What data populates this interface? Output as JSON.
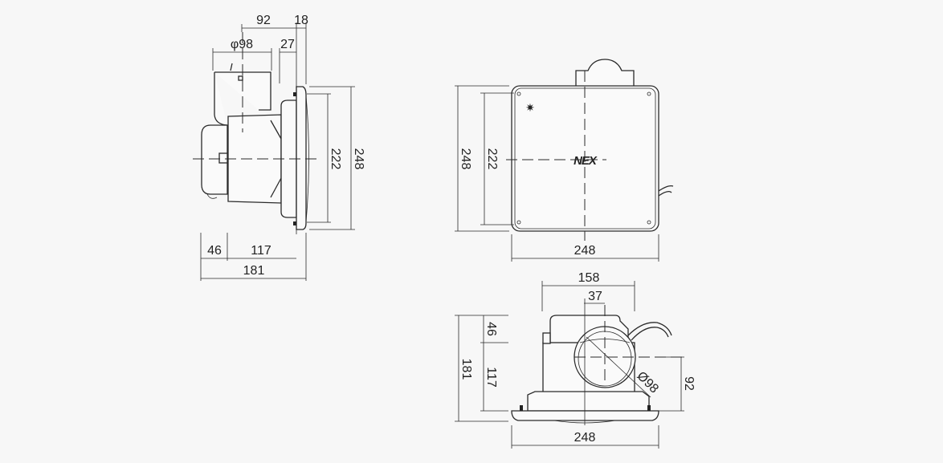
{
  "side_view": {
    "dim_depth_to_duct": "92",
    "dim_grille": "18",
    "dim_duct_diameter": "φ98",
    "dim_housing_offset": "27",
    "dim_inner_height": "222",
    "dim_outer_height": "248",
    "dim_motor": "46",
    "dim_body": "117",
    "dim_total_depth": "181"
  },
  "front_view": {
    "dim_height": "248",
    "dim_inner_height": "222",
    "dim_width": "248",
    "logo_text": "NEX"
  },
  "bottom_view": {
    "dim_housing_width": "158",
    "dim_duct_offset": "37",
    "dim_motor": "46",
    "dim_body": "117",
    "dim_total_depth": "181",
    "dim_duct_height": "92",
    "dim_duct_diameter": "Ø98",
    "dim_width": "248"
  }
}
